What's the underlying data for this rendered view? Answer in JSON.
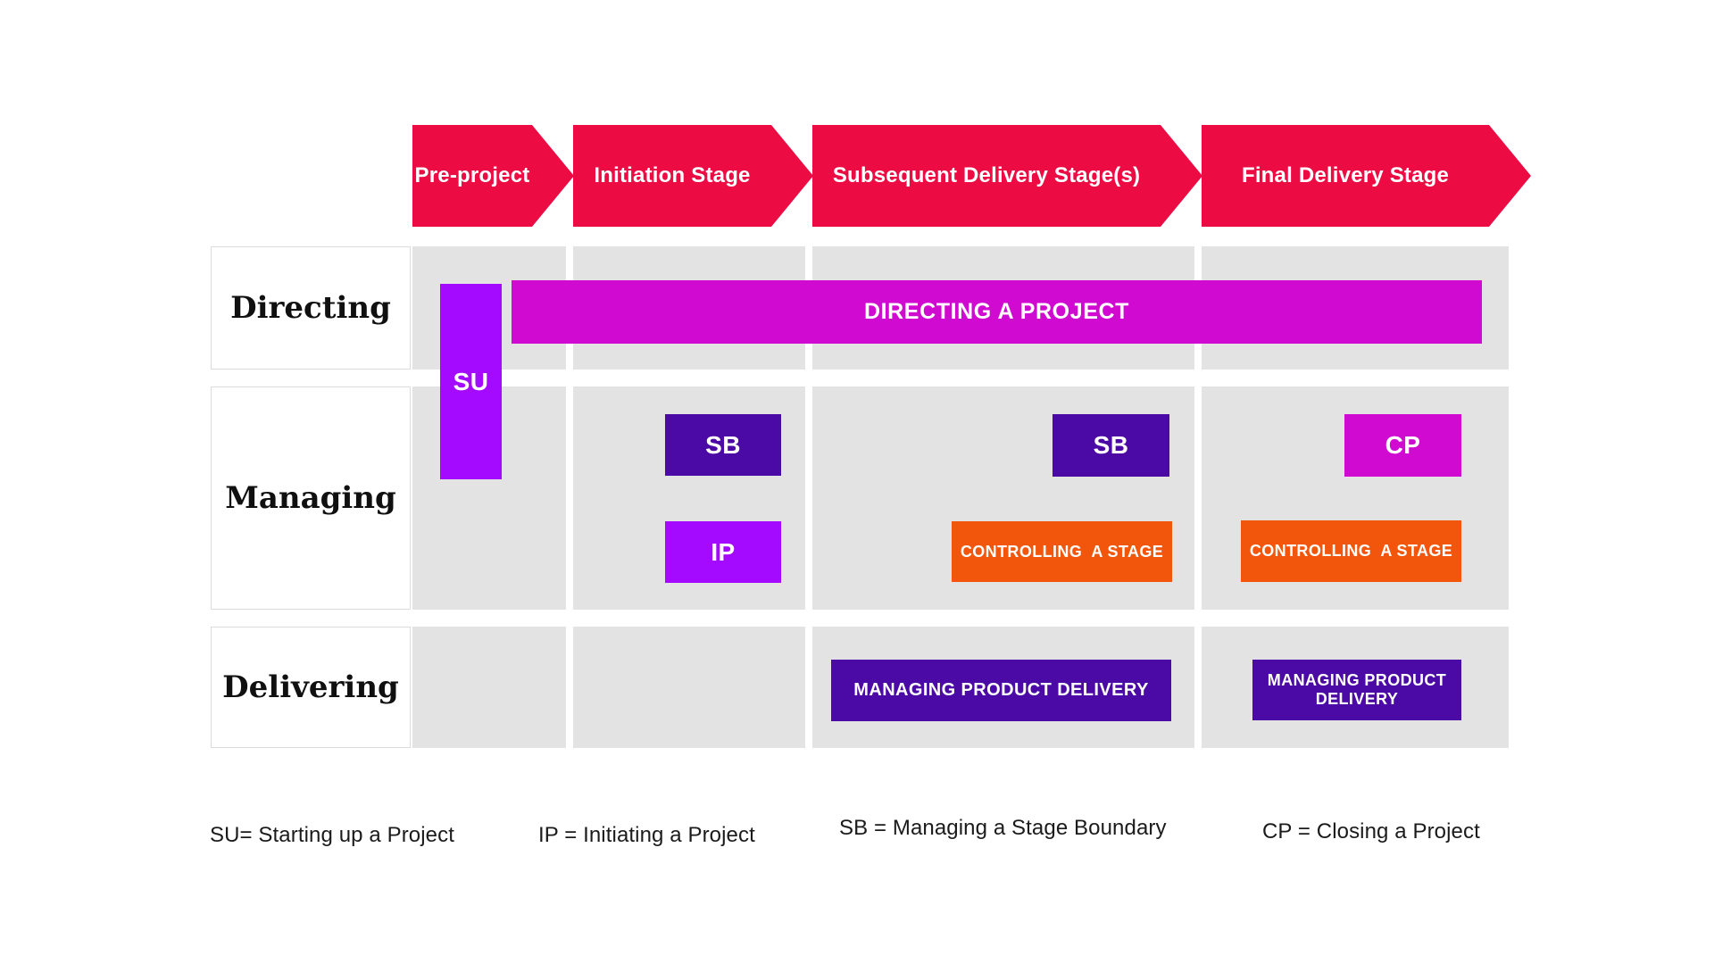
{
  "colors": {
    "stage_red": "#EC0B43",
    "magenta": "#D10AD1",
    "violet": "#A30AFF",
    "dark_purple": "#4B0AA5",
    "orange": "#F2560C",
    "band_gray": "#E3E3E3",
    "text_dark": "#1B1B1B"
  },
  "stages": [
    {
      "label": "Pre-project"
    },
    {
      "label": "Initiation Stage"
    },
    {
      "label": "Subsequent Delivery Stage(s)"
    },
    {
      "label": "Final Delivery Stage"
    }
  ],
  "rows": [
    {
      "label": "Directing"
    },
    {
      "label": "Managing"
    },
    {
      "label": "Delivering"
    }
  ],
  "processes": {
    "su": {
      "label": "SU"
    },
    "directing_a_project": {
      "label": "DIRECTING A PROJECT"
    },
    "sb_initiation": {
      "label": "SB"
    },
    "ip": {
      "label": "IP"
    },
    "sb_subsequent": {
      "label": "SB"
    },
    "controlling_subsequent": {
      "label": "CONTROLLING  A STAGE"
    },
    "cp": {
      "label": "CP"
    },
    "controlling_final": {
      "label": "CONTROLLING  A STAGE"
    },
    "mpd_subsequent": {
      "label": "MANAGING PRODUCT DELIVERY"
    },
    "mpd_final": {
      "label": "MANAGING PRODUCT DELIVERY"
    }
  },
  "legend": [
    {
      "text": "SU= Starting up a Project"
    },
    {
      "text": "IP = Initiating a Project"
    },
    {
      "text": "SB = Managing a Stage Boundary"
    },
    {
      "text": "CP = Closing a Project"
    }
  ]
}
